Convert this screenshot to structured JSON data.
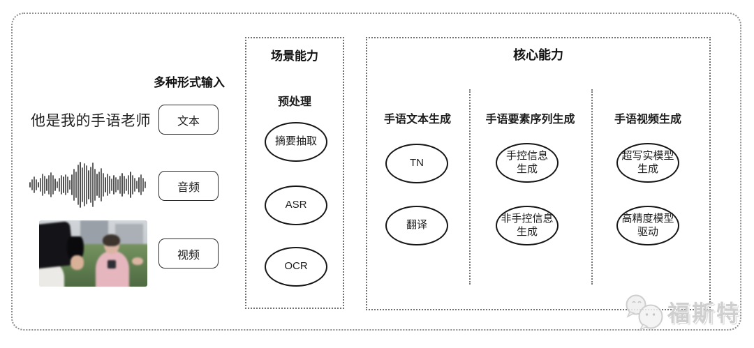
{
  "figure": {
    "input": {
      "header": "多种形式输入",
      "text_sample": "他是我的手语老师",
      "text_label": "文本",
      "audio_label": "音频",
      "video_label": "视频"
    },
    "scene": {
      "title": "场景能力",
      "stage_label": "预处理",
      "ovals": [
        "摘要抽取",
        "ASR",
        "OCR"
      ]
    },
    "core": {
      "title": "核心能力",
      "columns": [
        {
          "header": "手语文本生成",
          "ovals": [
            "TN",
            "翻译"
          ]
        },
        {
          "header": "手语要素序列生成",
          "ovals": [
            "手控信息\n生成",
            "非手控信息\n生成"
          ]
        },
        {
          "header": "手语视频生成",
          "ovals": [
            "超写实模型\n生成",
            "高精度模型\n驱动"
          ]
        }
      ]
    },
    "watermark": {
      "brand": "福斯特"
    },
    "colors": {
      "ink": "#1c1c1c",
      "dotted_border": "#6f6f6f",
      "outer_border": "#8d8d8d",
      "watermark_gray": "#cfcfcf"
    }
  }
}
